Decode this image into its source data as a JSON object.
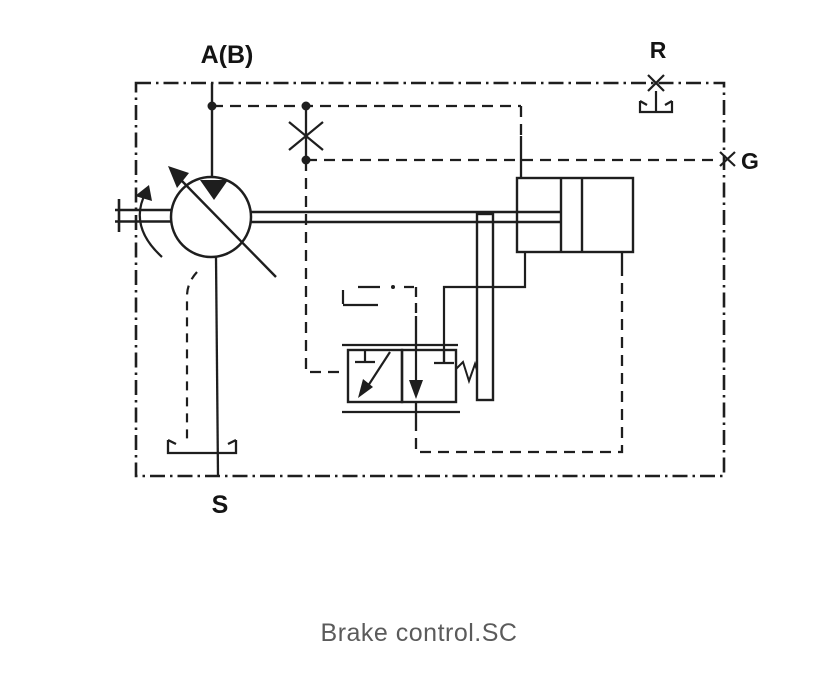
{
  "caption": {
    "text": "Brake control.SC"
  },
  "labels": {
    "port_a": "A(B)",
    "port_r": "R",
    "port_g": "G",
    "port_s": "S"
  },
  "colors": {
    "line": "#1e1e1e",
    "label": "#141414",
    "caption": "#5b5b5b",
    "background": "#ffffff"
  },
  "diagram": {
    "type": "hydraulic-circuit-schematic",
    "components": [
      "enclosure-boundary",
      "variable-displacement-pump-motor",
      "drive-shaft",
      "rotation-direction-arrow",
      "work-port-A-B",
      "pilot-orifice-restrictor",
      "servo-control-cylinder",
      "directional-control-valve-2-position",
      "valve-return-spring",
      "mechanical-feedback-lever",
      "suction-line-to-port-S",
      "case-drain-to-tank",
      "drain-port-R-with-tank-symbol",
      "plugged-gauge-port-G",
      "pilot-lines-dashed"
    ]
  }
}
